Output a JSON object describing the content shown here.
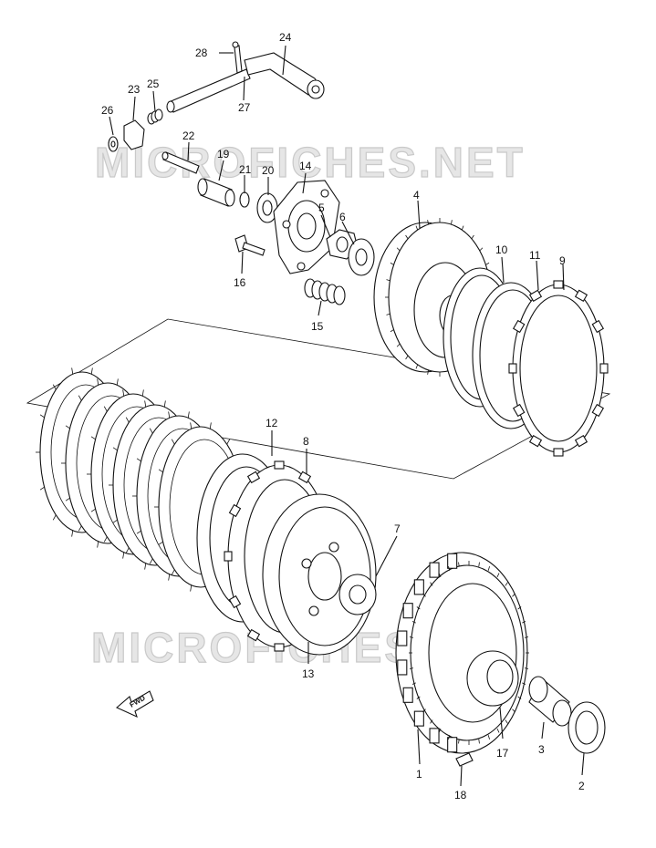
{
  "watermark": "MICROFICHES.NET",
  "fwd_label": "FWD",
  "parts": [
    {
      "id": "p1",
      "label": "1"
    },
    {
      "id": "p2",
      "label": "2"
    },
    {
      "id": "p3",
      "label": "3"
    },
    {
      "id": "p4",
      "label": "4"
    },
    {
      "id": "p5",
      "label": "5"
    },
    {
      "id": "p6",
      "label": "6"
    },
    {
      "id": "p7",
      "label": "7"
    },
    {
      "id": "p8",
      "label": "8"
    },
    {
      "id": "p9",
      "label": "9"
    },
    {
      "id": "p10",
      "label": "10"
    },
    {
      "id": "p11",
      "label": "11"
    },
    {
      "id": "p12",
      "label": "12"
    },
    {
      "id": "p13",
      "label": "13"
    },
    {
      "id": "p14",
      "label": "14"
    },
    {
      "id": "p15",
      "label": "15"
    },
    {
      "id": "p16",
      "label": "16"
    },
    {
      "id": "p17",
      "label": "17"
    },
    {
      "id": "p18",
      "label": "18"
    },
    {
      "id": "p19",
      "label": "19"
    },
    {
      "id": "p20",
      "label": "20"
    },
    {
      "id": "p21",
      "label": "21"
    },
    {
      "id": "p22",
      "label": "22"
    },
    {
      "id": "p23",
      "label": "23"
    },
    {
      "id": "p24",
      "label": "24"
    },
    {
      "id": "p25",
      "label": "25"
    },
    {
      "id": "p26",
      "label": "26"
    },
    {
      "id": "p27",
      "label": "27"
    },
    {
      "id": "p28",
      "label": "28"
    }
  ]
}
